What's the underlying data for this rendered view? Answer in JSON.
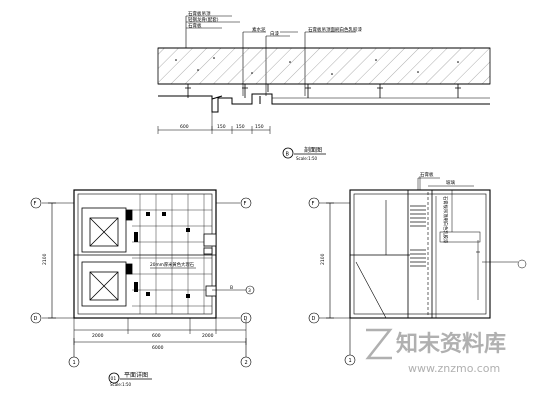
{
  "section": {
    "title": "剖面图",
    "scale": "Scale:1:50",
    "symbol": "B",
    "notes": [
      "石膏板吊顶",
      "轻钢龙骨(配套)",
      "石膏板",
      "素水泥",
      "白漆",
      "石膏板吊顶面刷白色乳胶漆"
    ],
    "dims": [
      "600",
      "150",
      "150",
      "150"
    ]
  },
  "plan": {
    "title": "平面详图",
    "scale": "Scale:1:50",
    "symbol": "01",
    "grid_labels": [
      "F",
      "F",
      "D",
      "D",
      "1",
      "2"
    ],
    "vdim": "2100",
    "dims_bottom": [
      "2000",
      "600",
      "2000"
    ],
    "overall": "6000",
    "callout": "20mm厚米黄色大理石",
    "callout2": "B",
    "callout_num": "3"
  },
  "elevation": {
    "notes": [
      "石膏板",
      "玻璃",
      "石膏板吊顶刷白色乳胶漆"
    ],
    "grid_labels": [
      "F",
      "D",
      "1"
    ],
    "vdim": "2100"
  },
  "watermark": {
    "text": "知末资料库",
    "url": "www.znzmo.com"
  },
  "colors": {
    "line": "#000000",
    "hatch": "#555555",
    "watermark": "#b8b8b8"
  }
}
